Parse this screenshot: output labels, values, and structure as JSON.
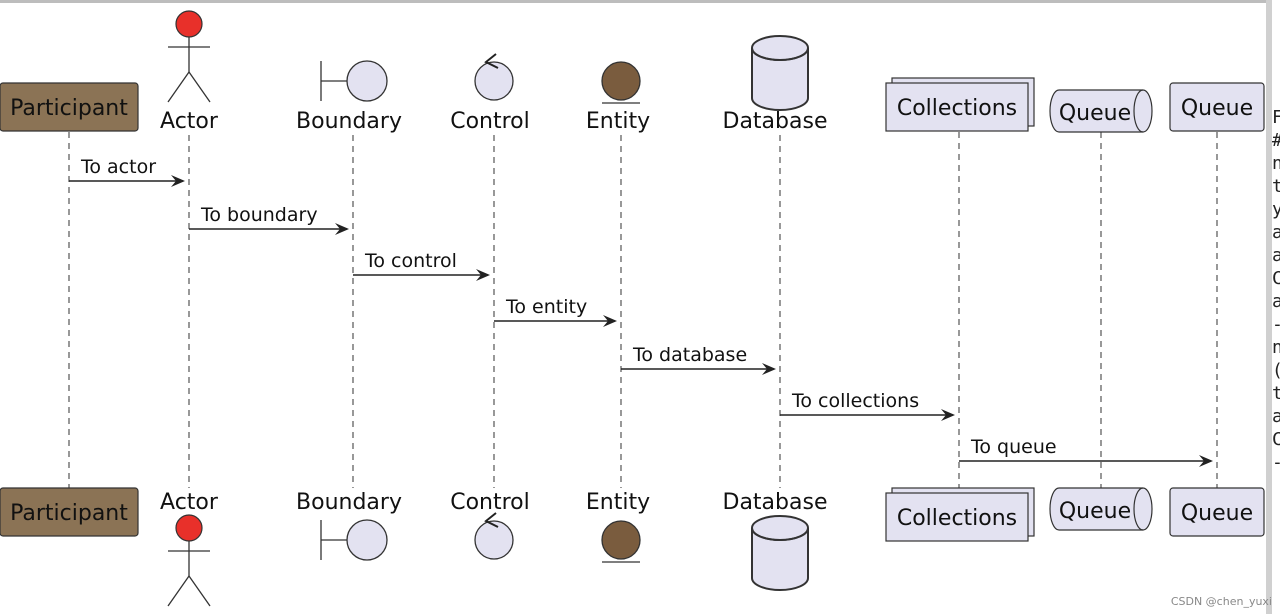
{
  "participants": [
    {
      "id": "participant",
      "kind": "participant",
      "label": "Participant"
    },
    {
      "id": "actor",
      "kind": "actor",
      "label": "Actor"
    },
    {
      "id": "boundary",
      "kind": "boundary",
      "label": "Boundary"
    },
    {
      "id": "control",
      "kind": "control",
      "label": "Control"
    },
    {
      "id": "entity",
      "kind": "entity",
      "label": "Entity"
    },
    {
      "id": "database",
      "kind": "database",
      "label": "Database"
    },
    {
      "id": "collections",
      "kind": "collections",
      "label": "Collections"
    },
    {
      "id": "queue1",
      "kind": "queue",
      "label": "Queue"
    },
    {
      "id": "queue2",
      "kind": "participant",
      "label": "Queue"
    }
  ],
  "messages": [
    {
      "from": "participant",
      "to": "actor",
      "label": "To actor"
    },
    {
      "from": "actor",
      "to": "boundary",
      "label": "To boundary"
    },
    {
      "from": "boundary",
      "to": "control",
      "label": "To control"
    },
    {
      "from": "control",
      "to": "entity",
      "label": "To entity"
    },
    {
      "from": "entity",
      "to": "database",
      "label": "To database"
    },
    {
      "from": "database",
      "to": "collections",
      "label": "To collections"
    },
    {
      "from": "collections",
      "to": "queue2",
      "label": "To queue"
    }
  ],
  "colors": {
    "participant_fill": "#8b7355",
    "shape_fill": "#e3e2f1",
    "actor_head": "#e8302a",
    "entity_fill": "#7a5c3e",
    "line": "#222222"
  },
  "watermark": "CSDN @chen_yuxi",
  "sidebar_chars": [
    "F",
    "#",
    "n",
    "t",
    "y",
    "a",
    "a",
    "C",
    "a",
    "-",
    "n",
    "(",
    "t",
    "a",
    "C",
    "-"
  ]
}
